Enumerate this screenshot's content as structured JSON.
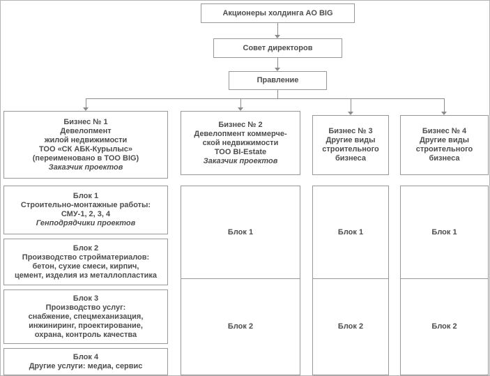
{
  "colors": {
    "box_border": "#979797",
    "text": "#4d4d4d",
    "connector": "#8c8c8c"
  },
  "chart": {
    "root": "Акционеры холдинга АО BIG",
    "board": "Совет директоров",
    "management": "Правление",
    "columns": [
      {
        "name": "business-1",
        "header_lines": [
          "Бизнес № 1",
          "Девелопмент",
          "жилой недвижимости",
          "ТОО «СК АБК-Курылыс»",
          "(переименовано в ТОО BIG)"
        ],
        "header_italic": "Заказчик проектов",
        "blocks": [
          {
            "lines": [
              "Блок 1",
              "Строительно-монтажные работы:",
              "СМУ-1, 2, 3, 4"
            ],
            "italic": "Генподрядчики проектов"
          },
          {
            "lines": [
              "Блок 2",
              "Производство стройматериалов:",
              "бетон, сухие смеси, кирпич,",
              "цемент, изделия из металлопластика"
            ]
          },
          {
            "lines": [
              "Блок 3",
              "Производство услуг:",
              "снабжение, спецмеханизация,",
              "инжиниринг, проектирование,",
              "охрана, контроль качества"
            ]
          },
          {
            "lines": [
              "Блок 4",
              "Другие услуги: медиа, сервис"
            ]
          }
        ]
      },
      {
        "name": "business-2",
        "header_lines": [
          "Бизнес № 2",
          "Девелопмент коммерче-",
          "ской недвижимости",
          "ТОО BI-Estate"
        ],
        "header_italic": "Заказчик проектов",
        "blocks": [
          {
            "lines": [
              "Блок 1"
            ]
          },
          {
            "lines": [
              "Блок 2"
            ]
          }
        ]
      },
      {
        "name": "business-3",
        "header_lines": [
          "Бизнес № 3",
          "Другие виды",
          "строительного",
          "бизнеса"
        ],
        "blocks": [
          {
            "lines": [
              "Блок 1"
            ]
          },
          {
            "lines": [
              "Блок 2"
            ]
          }
        ]
      },
      {
        "name": "business-4",
        "header_lines": [
          "Бизнес № 4",
          "Другие виды",
          "строительного",
          "бизнеса"
        ],
        "blocks": [
          {
            "lines": [
              "Блок 1"
            ]
          },
          {
            "lines": [
              "Блок 2"
            ]
          }
        ]
      }
    ]
  }
}
